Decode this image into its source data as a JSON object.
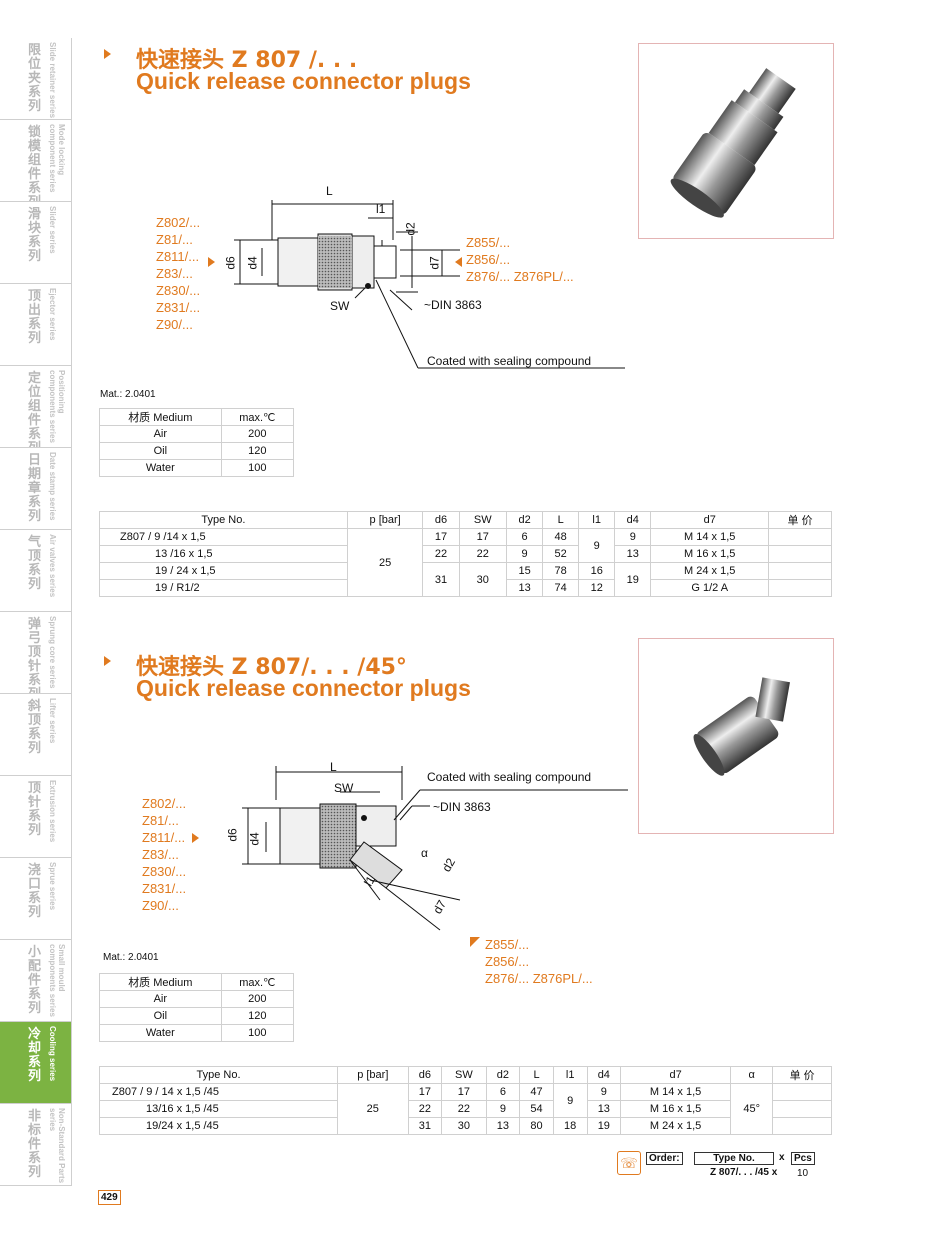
{
  "sidebar": {
    "items": [
      {
        "cn": "限位夹系列",
        "en": "Slide retainer series"
      },
      {
        "cn": "锁模组件系列",
        "en": "Mode locking component series"
      },
      {
        "cn": "滑块系列",
        "en": "Slider series"
      },
      {
        "cn": "顶出系列",
        "en": "Ejector series"
      },
      {
        "cn": "定位组件系列",
        "en": "Positioning components series"
      },
      {
        "cn": "日期章系列",
        "en": "Date stamp series"
      },
      {
        "cn": "气顶系列",
        "en": "Air valves series"
      },
      {
        "cn": "弹弓顶针系列",
        "en": "Sprung core series"
      },
      {
        "cn": "斜顶系列",
        "en": "Lifter series"
      },
      {
        "cn": "顶针系列",
        "en": "Extrusion series"
      },
      {
        "cn": "浇口系列",
        "en": "Sprue series"
      },
      {
        "cn": "小配件系列",
        "en": "Small mould components series"
      },
      {
        "cn": "冷却系列",
        "en": "Cooling series"
      },
      {
        "cn": "非标件系列",
        "en": "Non-Standard Parts series"
      }
    ],
    "active_index": 12
  },
  "page_number": "429",
  "section1": {
    "title_cn": "快速接头 Z 807 /. . .",
    "title_en": "Quick release connector plugs",
    "left_labels": [
      "Z802/...",
      "Z81/...",
      "Z811/...",
      "Z83/...",
      "Z830/...",
      "Z831/...",
      "Z90/..."
    ],
    "right_labels": [
      "Z855/...",
      "Z856/...",
      "Z876/...   Z876PL/..."
    ],
    "dims": {
      "L": "L",
      "l1": "l1",
      "d2": "d2",
      "d6": "d6",
      "d4": "d4",
      "d7": "d7",
      "SW": "SW",
      "din": "~DIN 3863",
      "coated": "Coated with sealing compound"
    },
    "mat": "Mat.: 2.0401",
    "medium_table": {
      "headers": [
        "材质 Medium",
        "max.℃"
      ],
      "rows": [
        [
          "Air",
          "200"
        ],
        [
          "Oil",
          "120"
        ],
        [
          "Water",
          "100"
        ]
      ]
    },
    "spec_table": {
      "headers": [
        "Type No.",
        "p [bar]",
        "d6",
        "SW",
        "d2",
        "L",
        "l1",
        "d4",
        "d7",
        "单 价"
      ],
      "types": [
        "Z807 / 9 /14 x 1,5",
        "13 /16 x 1,5",
        "19 / 24 x 1,5",
        "19 / R1/2"
      ],
      "p": "25",
      "d6": [
        "17",
        "22",
        "31"
      ],
      "sw": [
        "17",
        "22",
        "30"
      ],
      "d2": [
        "6",
        "9",
        "15",
        "13"
      ],
      "L": [
        "48",
        "52",
        "78",
        "74"
      ],
      "l1": [
        "9",
        "16",
        "12"
      ],
      "d4": [
        "9",
        "13",
        "19"
      ],
      "d7": [
        "M 14 x 1,5",
        "M 16 x 1,5",
        "M 24 x 1,5",
        "G 1/2 A"
      ]
    }
  },
  "section2": {
    "title_cn": "快速接头 Z 807/. . . /45°",
    "title_en": "Quick release connector plugs",
    "left_labels": [
      "Z802/...",
      "Z81/...",
      "Z811/...",
      "Z83/...",
      "Z830/...",
      "Z831/...",
      "Z90/..."
    ],
    "right_labels": [
      "Z855/...",
      "Z856/...",
      "Z876/...   Z876PL/..."
    ],
    "dims": {
      "L": "L",
      "SW": "SW",
      "coated": "Coated with sealing compound",
      "din": "~DIN 3863",
      "d6": "d6",
      "d4": "d4",
      "alpha": "α",
      "d2": "d2",
      "l1": "l1",
      "d7": "d7"
    },
    "mat": "Mat.: 2.0401",
    "medium_table": {
      "headers": [
        "材质 Medium",
        "max.℃"
      ],
      "rows": [
        [
          "Air",
          "200"
        ],
        [
          "Oil",
          "120"
        ],
        [
          "Water",
          "100"
        ]
      ]
    },
    "spec_table": {
      "headers": [
        "Type No.",
        "p [bar]",
        "d6",
        "SW",
        "d2",
        "L",
        "l1",
        "d4",
        "d7",
        "α",
        "单 价"
      ],
      "types": [
        "Z807 / 9 / 14 x 1,5 /45",
        "13/16 x 1,5 /45",
        "19/24 x 1,5 /45"
      ],
      "p": "25",
      "d6": [
        "17",
        "22",
        "31"
      ],
      "sw": [
        "17",
        "22",
        "30"
      ],
      "d2": [
        "6",
        "9",
        "13"
      ],
      "L": [
        "47",
        "54",
        "80"
      ],
      "l1": [
        "9",
        "18"
      ],
      "d4": [
        "9",
        "13",
        "19"
      ],
      "d7": [
        "M 14 x 1,5",
        "M 16 x 1,5",
        "M 24 x 1,5"
      ],
      "alpha": "45°"
    }
  },
  "order": {
    "label": "Order:",
    "type_label": "Type No.",
    "x": "x",
    "pcs": "Pcs",
    "example": "Z 807/. . . /45 x",
    "qty": "10"
  },
  "colors": {
    "accent": "#e07a1f",
    "sidebar_active": "#7cb342"
  }
}
